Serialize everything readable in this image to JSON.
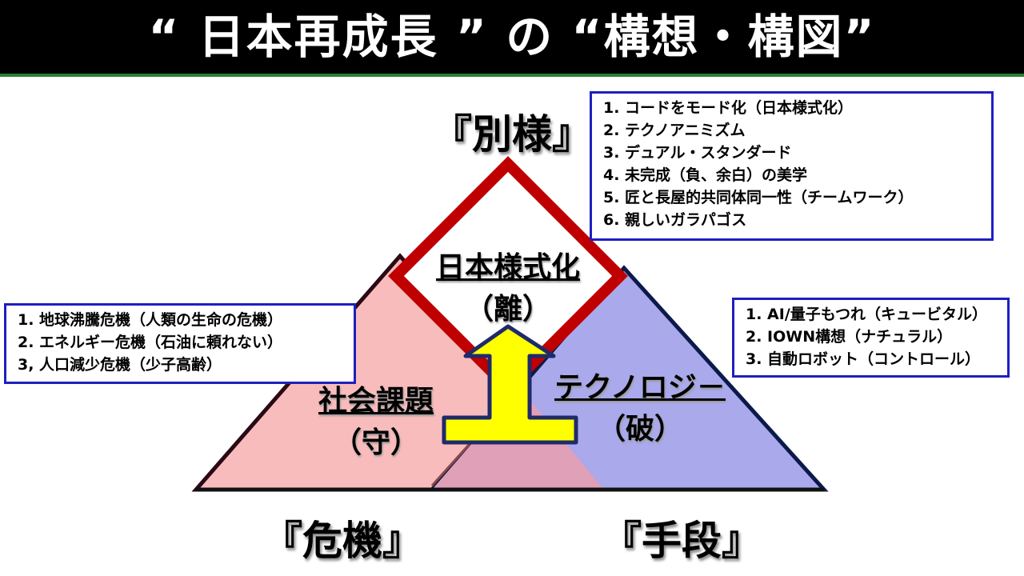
{
  "title": "“ 日本再成長 ” の “構想・構図”",
  "corners": {
    "top": "『別様』",
    "left": "『危機』",
    "right": "『手段』"
  },
  "concepts": {
    "center": {
      "main": "日本様式化",
      "sub": "（離）"
    },
    "left": {
      "main": "社会課題",
      "sub": "（守）"
    },
    "right": {
      "main": "テクノロジ－",
      "sub": "（破）"
    }
  },
  "boxes": {
    "top_right": [
      "1. コードをモード化（日本様式化）",
      "2. テクノアニミズム",
      "3. デュアル・スタンダード",
      "4. 未完成（負、余白）の美学",
      "5. 匠と長屋的共同体同一性（チームワーク）",
      "6. 親しいガラパゴス"
    ],
    "left": [
      "1. 地球沸騰危機（人類の生命の危機）",
      "2. エネルギー危機（石油に頼れない）",
      "3, 人口減少危機（少子高齢）"
    ],
    "right": [
      "1. AI/量子もつれ（キュービタル）",
      "2. IOWN構想（ナチュラル）",
      "3. 自動ロボット（コントロール）"
    ]
  },
  "colors": {
    "title_bg": "#000000",
    "title_border": "#2e7d32",
    "left_triangle": "#f8bcbc",
    "right_triangle": "#a9a9ec",
    "overlap": "#e0a0b8",
    "diamond_border": "#c00000",
    "arrow_fill": "#ffff00",
    "arrow_stroke": "#1f2a6b",
    "box_border": "#1f1fbf"
  }
}
